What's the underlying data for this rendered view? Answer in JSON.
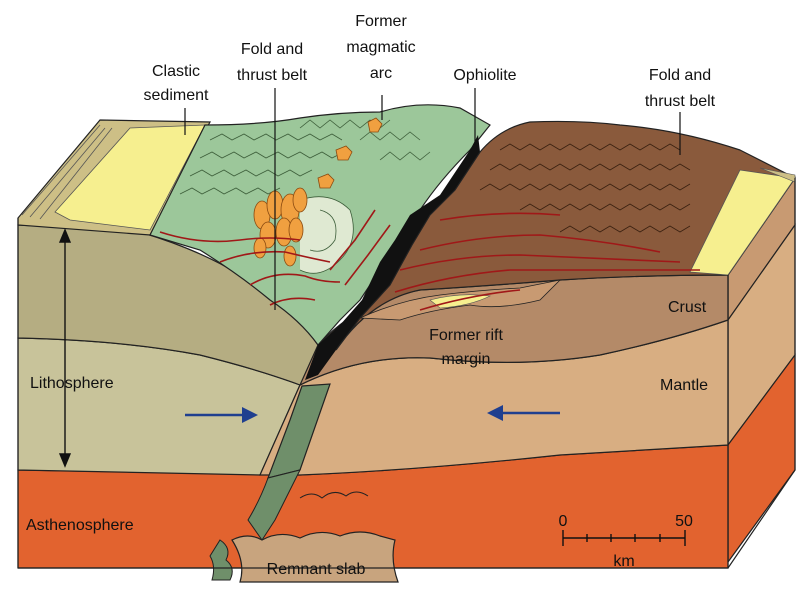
{
  "labels": {
    "clastic_1": "Clastic",
    "clastic_2": "sediment",
    "fold_left_1": "Fold and",
    "fold_left_2": "thrust belt",
    "arc_1": "Former",
    "arc_2": "magmatic",
    "arc_3": "arc",
    "ophiolite": "Ophiolite",
    "fold_right_1": "Fold and",
    "fold_right_2": "thrust belt",
    "crust": "Crust",
    "rift_1": "Former rift",
    "rift_2": "margin",
    "lithosphere": "Lithosphere",
    "mantle": "Mantle",
    "asthenosphere": "Asthenosphere",
    "remnant_slab": "Remnant slab"
  },
  "scale": {
    "start": "0",
    "end": "50",
    "unit": "km"
  },
  "colors": {
    "green_terrain": "#9cc79a",
    "green_dark": "#6f9a6c",
    "brown_terrain": "#8a5a3c",
    "brown_dark": "#5a3320",
    "yellow_sediment": "#f6ef8f",
    "crust_brown": "#b48a68",
    "lithosphere_left": "#c8c39a",
    "mantle_right": "#d8ae82",
    "asthenosphere": "#e2632f",
    "arrow_blue": "#1f3f8f",
    "fault_red": "#a01818",
    "orange_plutons": "#f0a040",
    "slab_green": "#6f8f6a"
  }
}
